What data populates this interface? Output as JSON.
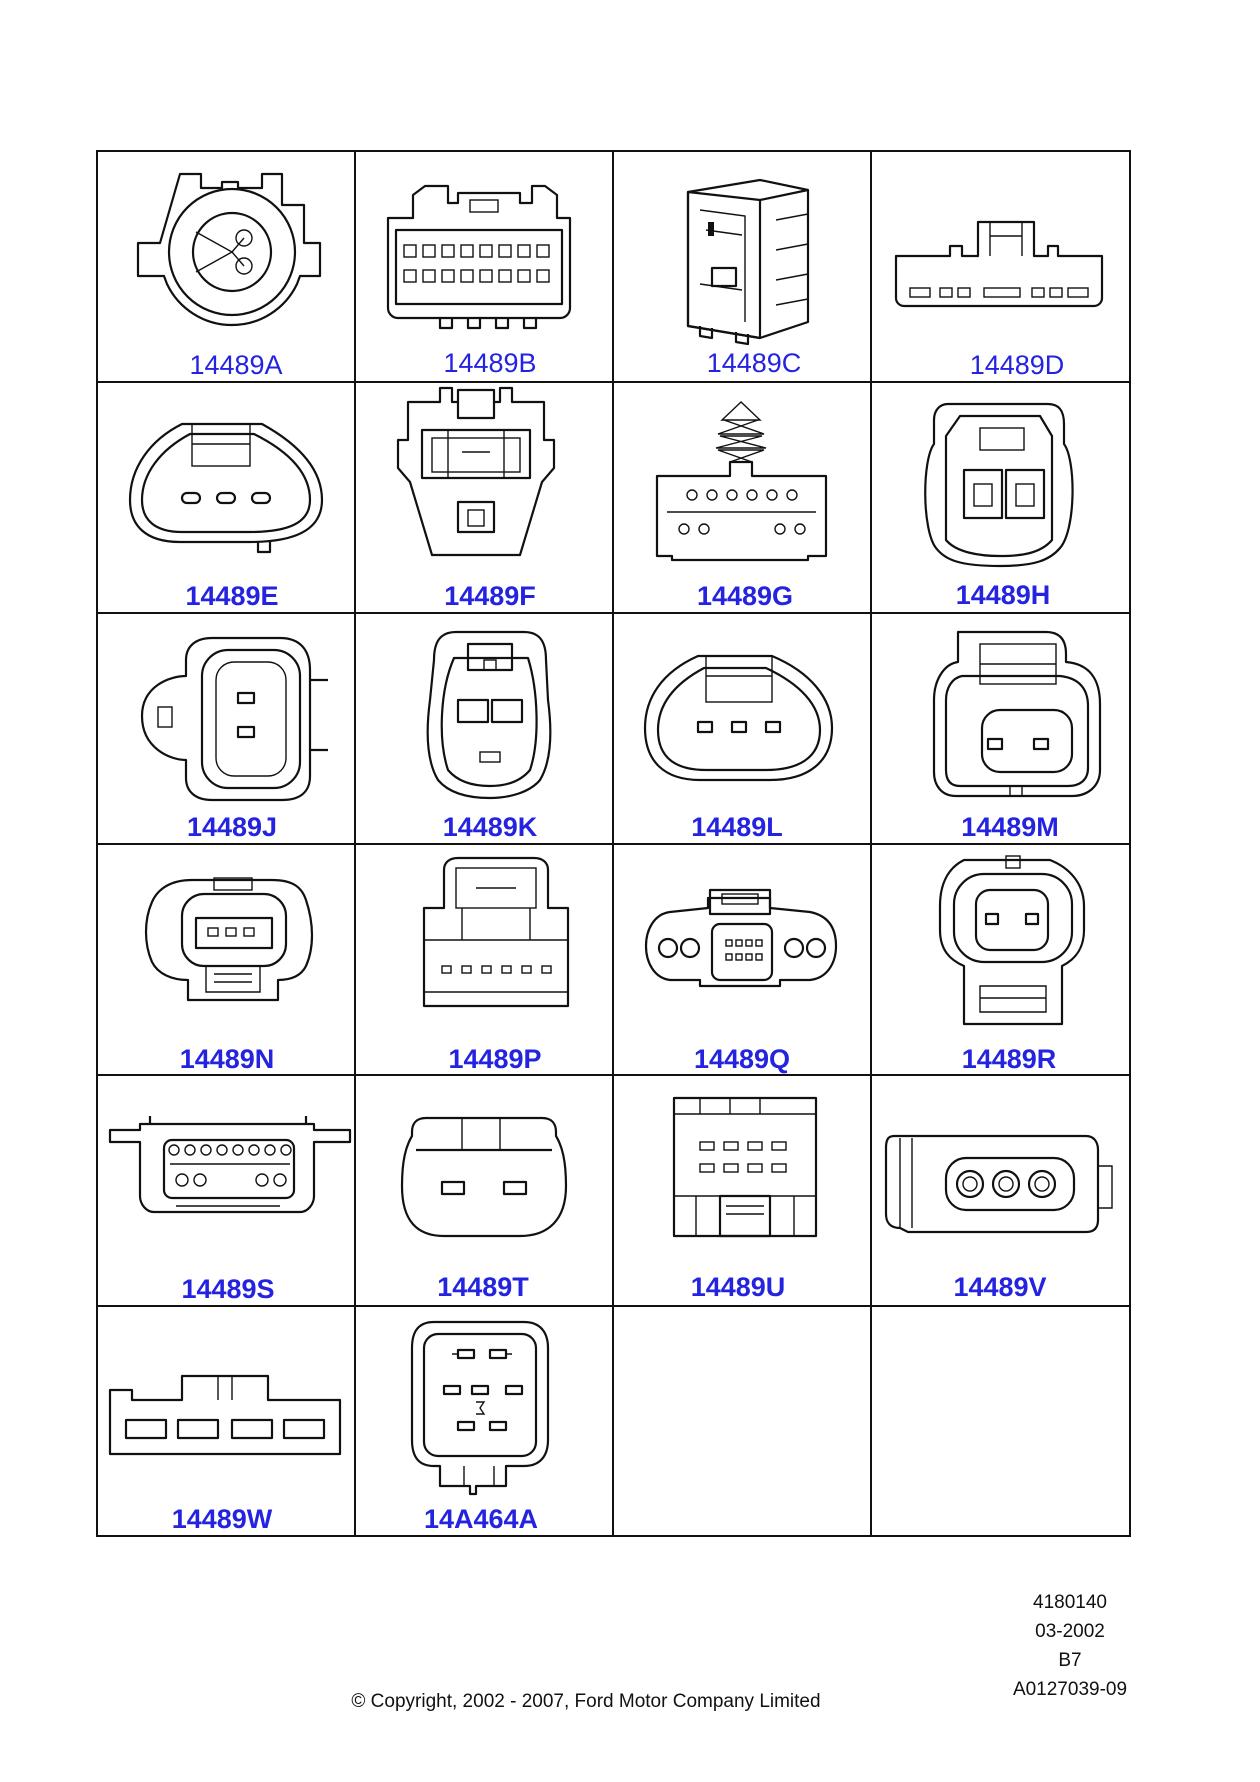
{
  "parts": [
    {
      "label": "14489A"
    },
    {
      "label": "14489B"
    },
    {
      "label": "14489C"
    },
    {
      "label": "14489D"
    },
    {
      "label": "14489E"
    },
    {
      "label": "14489F"
    },
    {
      "label": "14489G"
    },
    {
      "label": "14489H"
    },
    {
      "label": "14489J"
    },
    {
      "label": "14489K"
    },
    {
      "label": "14489L"
    },
    {
      "label": "14489M"
    },
    {
      "label": "14489N"
    },
    {
      "label": "14489P"
    },
    {
      "label": "14489Q"
    },
    {
      "label": "14489R"
    },
    {
      "label": "14489S"
    },
    {
      "label": "14489T"
    },
    {
      "label": "14489U"
    },
    {
      "label": "14489V"
    },
    {
      "label": "14489W"
    },
    {
      "label": "14A464A"
    }
  ],
  "reference": {
    "code": "4180140",
    "date": "03-2002",
    "section": "B7",
    "illustration_id": "A0127039-09"
  },
  "copyright": "© Copyright, 2002 - 2007, Ford Motor Company Limited",
  "colors": {
    "label": "#2323e0",
    "line": "#111111"
  }
}
